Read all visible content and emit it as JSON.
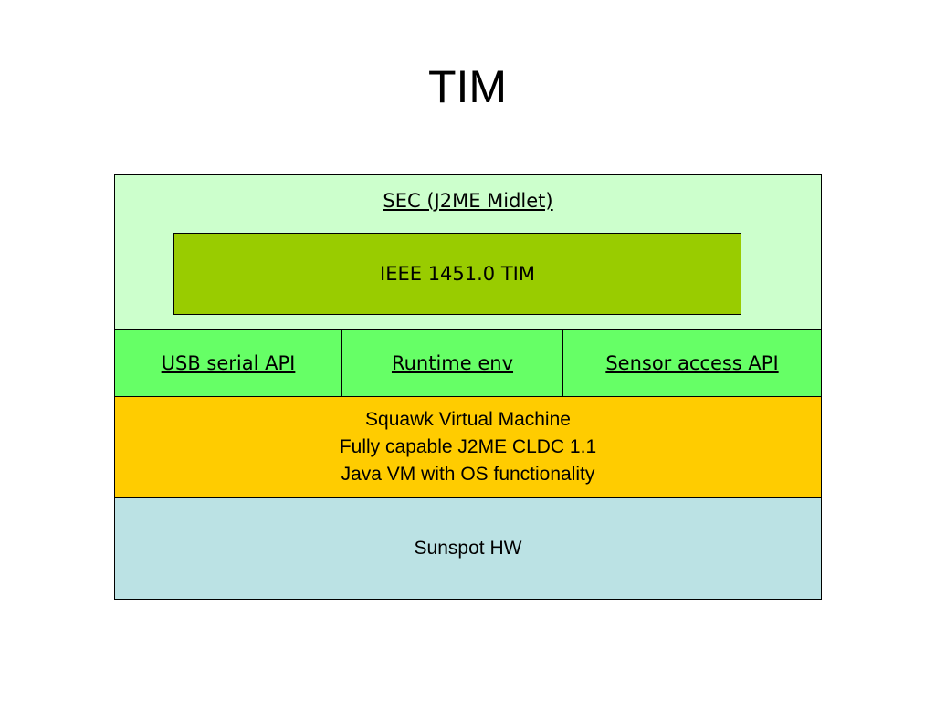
{
  "slide": {
    "title": "TIM"
  },
  "diagram": {
    "sec_layer": {
      "label": "SEC (J2ME Midlet)",
      "inner_box": "IEEE 1451.0 TIM"
    },
    "api_layer": {
      "cells": [
        "USB serial API",
        "Runtime env",
        "Sensor access API"
      ]
    },
    "vm_layer": {
      "lines": [
        "Squawk Virtual Machine",
        "Fully capable J2ME CLDC 1.1",
        "Java VM with OS functionality"
      ]
    },
    "hw_layer": {
      "label": "Sunspot HW"
    },
    "colors": {
      "sec": "#ccffcc",
      "tim": "#99cc00",
      "api": "#66ff66",
      "vm": "#ffcc00",
      "hw": "#bbe2e4"
    }
  }
}
